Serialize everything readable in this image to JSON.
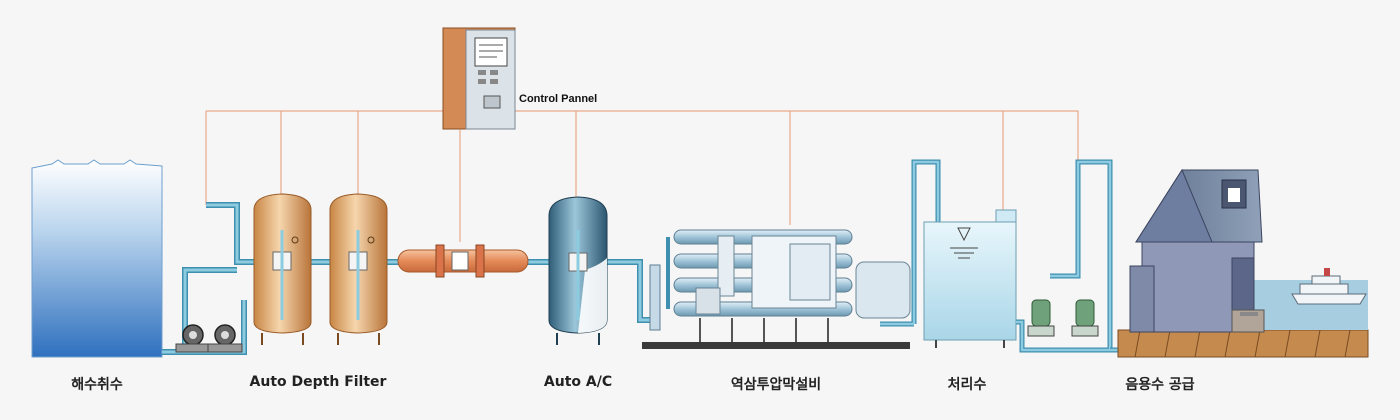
{
  "control_panel": {
    "label": "Control Pannel"
  },
  "stages": [
    {
      "id": "intake",
      "label": "해수취수"
    },
    {
      "id": "depth-filter",
      "label": "Auto Depth Filter"
    },
    {
      "id": "auto-ac",
      "label": "Auto A/C"
    },
    {
      "id": "ro",
      "label": "역삼투압막설비"
    },
    {
      "id": "treated",
      "label": "처리수"
    },
    {
      "id": "supply",
      "label": "음용수 공급"
    }
  ],
  "colors": {
    "background": "#f6f6f6",
    "pipe": "#8ccbe0",
    "pipe_outline": "#3f8fb0",
    "signal_line": "#e9a98a",
    "filter_tank": "#e2a76c",
    "carbon_tank": "#4d7f9a",
    "panel": "#d48a55"
  }
}
